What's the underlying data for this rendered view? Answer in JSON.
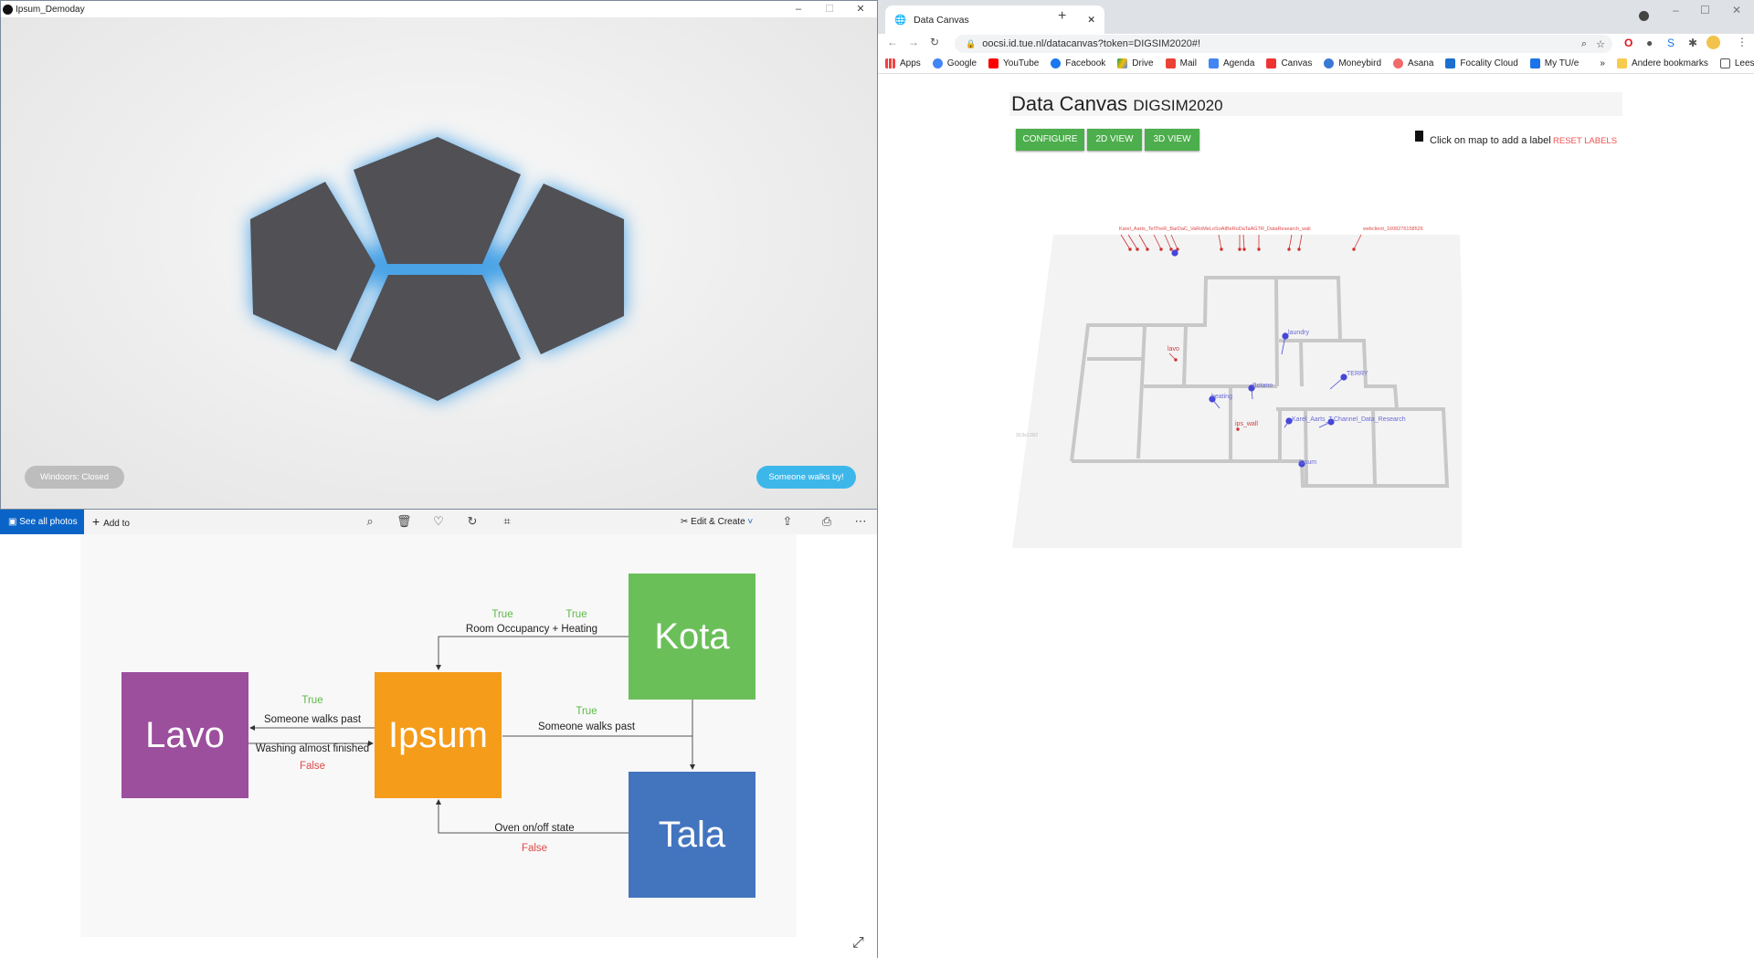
{
  "app_window": {
    "title": "Ipsum_Demoday",
    "status_button": "Windoors: Closed",
    "action_button": "Someone walks by!",
    "colors": {
      "glow": "#4aa3e6",
      "tile": "#4f4f54",
      "action": "#3db7ea",
      "status": "#bdbdbd"
    }
  },
  "photos_toolbar": {
    "see_all": "See all photos",
    "add_to": "Add to",
    "edit_create": "Edit & Create",
    "icons": [
      "zoom-icon",
      "trash-icon",
      "heart-icon",
      "rotate-icon",
      "crop-icon",
      "share-icon",
      "print-icon",
      "more-icon"
    ]
  },
  "diagram": {
    "nodes": {
      "lavo": "Lavo",
      "ipsum": "Ipsum",
      "kota": "Kota",
      "tala": "Tala"
    },
    "colors": {
      "lavo": "#9b4f9d",
      "ipsum": "#f59c1b",
      "kota": "#6bbf59",
      "tala": "#4375bf"
    },
    "edges": {
      "kota_ipsum": {
        "true1": "True",
        "true2": "True",
        "label": "Room Occupancy + Heating"
      },
      "ipsum_lavo": {
        "true": "True",
        "label": "Someone walks past"
      },
      "lavo_ipsum": {
        "label": "Washing almost finished",
        "false": "False"
      },
      "ipsum_kota_tala": {
        "true": "True",
        "label": "Someone walks past"
      },
      "tala_ipsum": {
        "label": "Oven on/off state",
        "false": "False"
      }
    }
  },
  "browser": {
    "tab_title": "Data Canvas",
    "url": "oocsi.id.tue.nl/datacanvas?token=DIGSIM2020#!",
    "bookmarks": [
      "Apps",
      "Google",
      "YouTube",
      "Facebook",
      "Drive",
      "Mail",
      "Agenda",
      "Canvas",
      "Moneybird",
      "Asana",
      "Focality Cloud",
      "My TU/e"
    ],
    "more": "»",
    "other_bookmarks": "Andere bookmarks",
    "reading_list": "Leeslijst"
  },
  "datacanvas": {
    "title": "Data Canvas",
    "subtitle": "DIGSIM2020",
    "buttons": {
      "configure": "CONFIGURE",
      "view2d": "2D VIEW",
      "view3d": "3D VIEW"
    },
    "hint": "Click on map to add a label",
    "reset": "RESET LABELS",
    "map": {
      "top_labels": "Karel_Aarts_TelTheR_BarDaC_VaRoMeLoSoAtBeRoDaTaAGTR_DataResearch_wall",
      "webclient": "webclient_1608276158526",
      "labels": {
        "laundry": "laundry",
        "terry": "TERRY",
        "botano": "Botano",
        "heating": "heating",
        "karel": "Karel_Aarts_T",
        "channel": "Channel_Data_Research",
        "ipsum": "Ipsum",
        "lavo": "lavo",
        "ips_wall": "ips_wall"
      },
      "size": "313x1282"
    }
  }
}
